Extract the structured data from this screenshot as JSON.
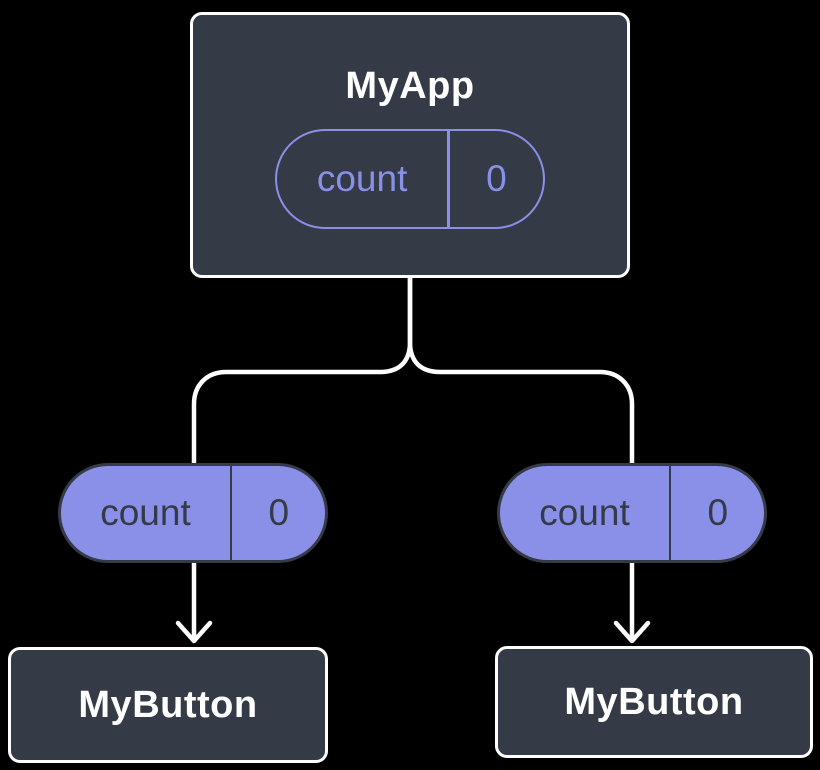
{
  "colors": {
    "background": "#000000",
    "box_fill": "#343a46",
    "box_border": "#ffffff",
    "accent_purple": "#8a90e8",
    "text_light": "#ffffff",
    "text_dark": "#343a46",
    "connector": "#ffffff"
  },
  "diagram": {
    "root": {
      "title": "MyApp",
      "state": {
        "name": "count",
        "value": "0"
      }
    },
    "left_prop": {
      "name": "count",
      "value": "0"
    },
    "right_prop": {
      "name": "count",
      "value": "0"
    },
    "left_child": {
      "title": "MyButton"
    },
    "right_child": {
      "title": "MyButton"
    }
  }
}
